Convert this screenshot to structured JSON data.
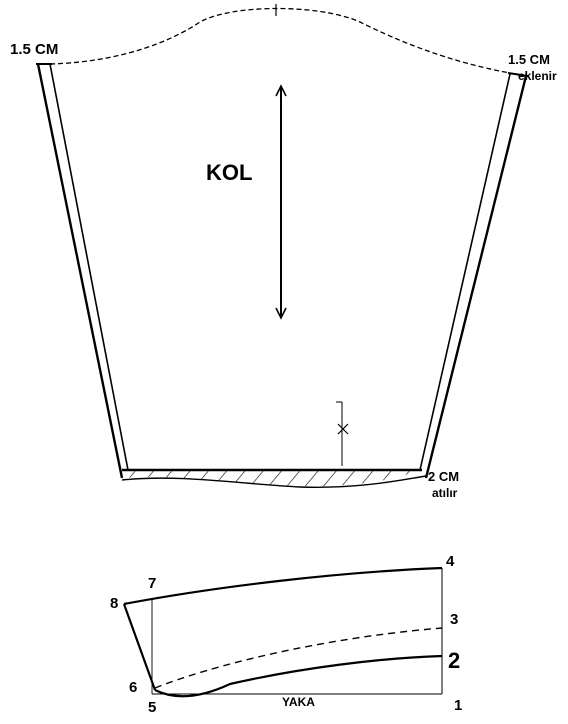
{
  "sleeve": {
    "title": "KOL",
    "left_top_label": "1.5 CM",
    "right_top_label_1": "1.5 CM",
    "right_top_label_2": "eklenir",
    "hem_label_1": "2 CM",
    "hem_label_2": "atılır"
  },
  "collar": {
    "neck_label": "YAKA",
    "points": [
      "1",
      "2",
      "3",
      "4",
      "5",
      "6",
      "7",
      "8"
    ]
  },
  "colors": {
    "ink": "#000000",
    "paper": "#ffffff"
  }
}
